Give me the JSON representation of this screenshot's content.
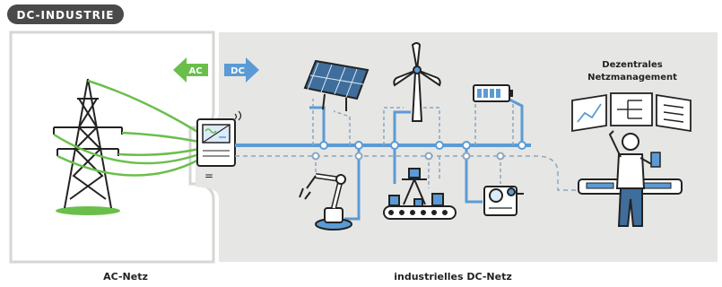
{
  "title": "DC-INDUSTRIE",
  "arrows": {
    "ac": "AC",
    "dc": "DC"
  },
  "converter_symbol": "=",
  "management_label_line1": "Dezentrales",
  "management_label_line2": "Netzmanagement",
  "bottom_left_label": "AC-Netz",
  "bottom_right_label": "industrielles DC-Netz",
  "colors": {
    "dc_blue": "#5b9bd5",
    "ac_green": "#6abf4b",
    "grid_bg": "#e6e6e4",
    "ink": "#222222",
    "title_badge": "#4a4a4a"
  },
  "icons": [
    "power-pylon-icon",
    "converter-icon",
    "solar-panel-icon",
    "wind-turbine-icon",
    "battery-icon",
    "robot-arm-icon",
    "conveyor-icon",
    "motor-icon",
    "operator-icon",
    "dashboard-screens-icon"
  ]
}
